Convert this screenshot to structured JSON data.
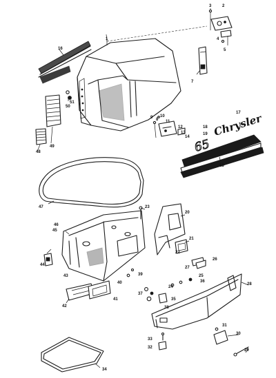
{
  "decal": {
    "brand": "Chrysler",
    "model": "65"
  },
  "callouts": [
    "1",
    "2",
    "3",
    "4",
    "5",
    "6",
    "7",
    "8",
    "9",
    "10",
    "11",
    "12",
    "13",
    "14",
    "15",
    "16",
    "17",
    "18",
    "19",
    "20",
    "21",
    "22",
    "23",
    "24",
    "25",
    "26",
    "27",
    "28",
    "29",
    "30",
    "31",
    "32",
    "33",
    "34",
    "35",
    "36",
    "37",
    "38",
    "39",
    "40",
    "41",
    "42",
    "43",
    "44",
    "45",
    "46",
    "47",
    "48",
    "49",
    "50",
    "51"
  ],
  "colors": {
    "ink": "#1a1a1a",
    "paper": "#ffffff",
    "shade": "#4a4a4a"
  }
}
